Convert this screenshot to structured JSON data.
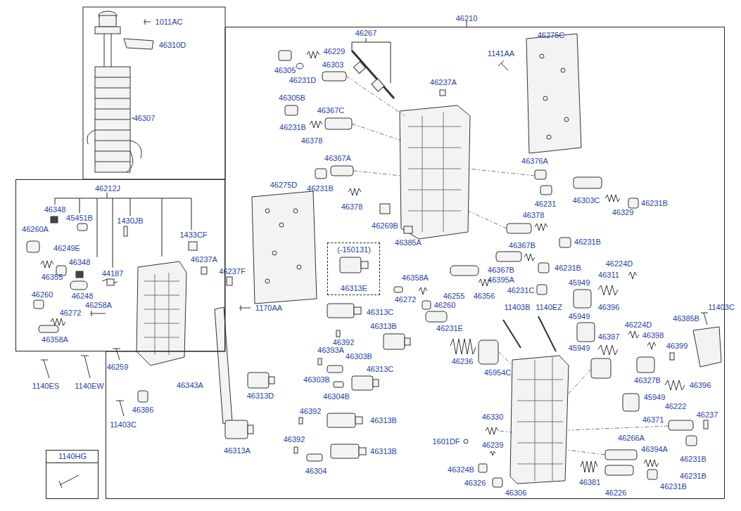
{
  "diagram": {
    "nodes": [
      {
        "text": [
          "46210"
        ]
      },
      {
        "text": [
          "46212J"
        ]
      },
      {
        "text": [
          "(-150131)",
          "46313E"
        ],
        "in": 0
      },
      {
        "text": [
          "1140HG"
        ]
      }
    ],
    "labels": [
      "1011AC",
      "46310D",
      "46307",
      "46348",
      "45451B",
      "1430JB",
      "1433CF",
      "46260A",
      "46249E",
      "46348",
      "44187",
      "46355",
      "46237A",
      "46237F",
      "46260",
      "46248",
      "46258A",
      "46272",
      "46358A",
      "1140ES",
      "1140EW",
      "46259",
      "46386",
      "11403C",
      "1170AA",
      "46343A",
      "46313D",
      "46313A",
      "46267",
      "46229",
      "46303",
      "46305",
      "46231D",
      "46305B",
      "46367C",
      "46231B",
      "46378",
      "46367A",
      "46275D",
      "46231B",
      "46378",
      "46313C",
      "46313B",
      "46392",
      "46393A",
      "46303B",
      "46303B",
      "46313C",
      "46304B",
      "46392",
      "46313B",
      "46392",
      "46313B",
      "46304",
      "46275C",
      "1141AA",
      "46237A",
      "46269B",
      "46385A",
      "46376A",
      "46231",
      "46303C",
      "46329",
      "46231B",
      "46378",
      "46367B",
      "46231B",
      "46367B",
      "46395A",
      "46231B",
      "46224D",
      "46311",
      "45949",
      "46396",
      "46358A",
      "46272",
      "46260",
      "46255",
      "46356",
      "46231C",
      "11403B",
      "1140EZ",
      "11403C",
      "46385B",
      "45949",
      "46224D",
      "46398",
      "46397",
      "46231E",
      "46236",
      "45954C",
      "45949",
      "46399",
      "46327B",
      "46396",
      "45949",
      "46222",
      "46237",
      "46371",
      "46330",
      "1601DF",
      "46239",
      "46266A",
      "46394A",
      "46231B",
      "46231B",
      "46231B",
      "46324B",
      "46326",
      "46306",
      "46381",
      "46226"
    ]
  }
}
